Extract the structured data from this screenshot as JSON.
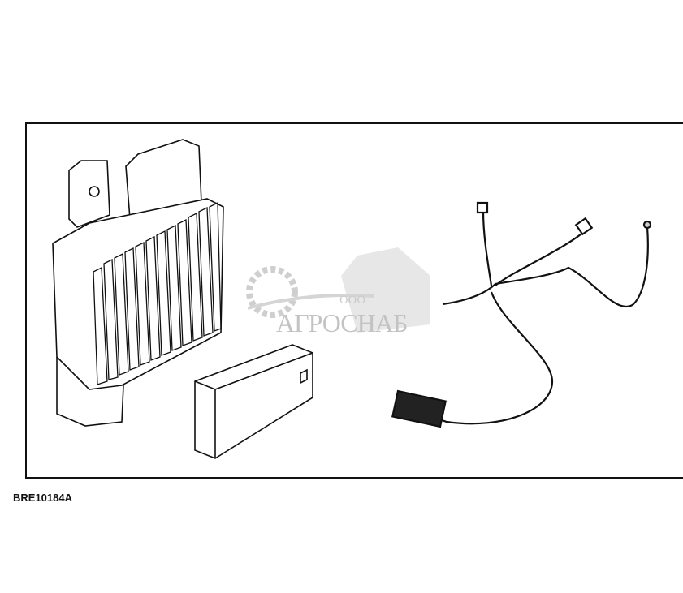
{
  "figure": {
    "caption": "BRE10184A",
    "watermark": {
      "prefix": "ООО",
      "name": "АГРОСНАБ"
    },
    "components": [
      "control-module",
      "module-cover",
      "wiring-harness"
    ]
  }
}
